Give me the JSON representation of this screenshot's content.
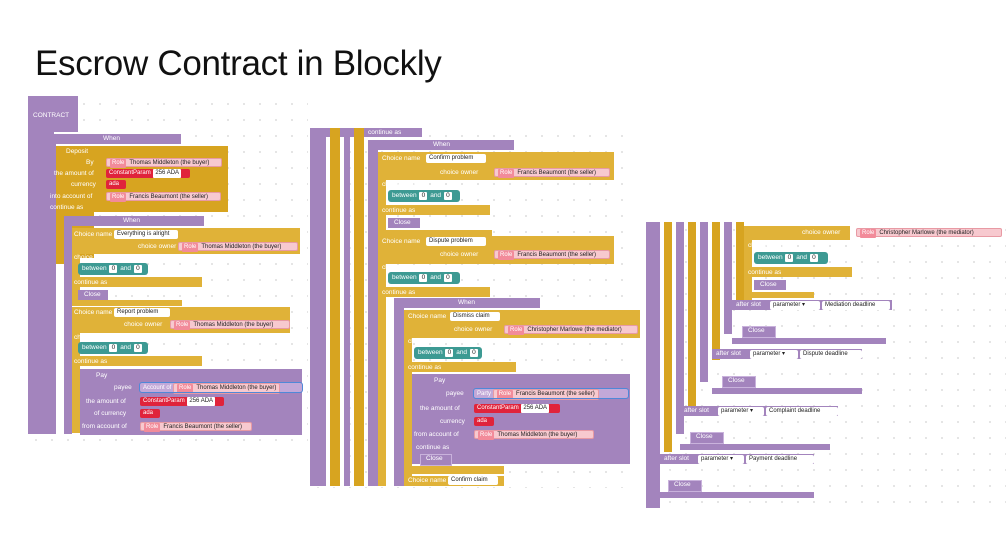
{
  "title": "Escrow Contract in Blockly",
  "colors": {
    "contract_purple": "#a384bd",
    "case_gold": "#d7a420",
    "bounds_teal": "#3d9a93",
    "role_pink": "#f7c9cf",
    "constant_red": "#e0233b"
  },
  "labels": {
    "contract": "CONTRACT",
    "when": "When",
    "deposit": "Deposit",
    "by": "By",
    "the_amount_of": "the amount of",
    "currency": "currency",
    "into_account_of": "into account of",
    "continue_as": "continue as",
    "choice_name": "Choice name",
    "choice_owner": "choice owner",
    "choice_bounds": "choice bounds",
    "between": "between",
    "and": "and",
    "close": "Close",
    "pay": "Pay",
    "payee": "payee",
    "account_of": "Account of",
    "party": "Party",
    "of_currency": "of currency",
    "from_account_of": "from account of",
    "after": "after",
    "slot": "slot",
    "role": "Role",
    "constant_param": "ConstantParam",
    "ada": "ada",
    "parameter": "parameter"
  },
  "values": {
    "buyer": "Thomas Middleton (the buyer)",
    "seller": "Francis Beaumont (the seller)",
    "mediator": "Christopher Marlowe (the mediator)",
    "amount": "256 ADA",
    "everything_alright": "Everything is alright",
    "report_problem": "Report problem",
    "confirm_problem": "Confirm problem",
    "dispute_problem": "Dispute problem",
    "dismiss_claim": "Dismiss claim",
    "confirm_claim": "Confirm claim",
    "zero": "0",
    "mediation_deadline": "Mediation deadline",
    "dispute_deadline": "Dispute deadline",
    "complaint_deadline": "Complaint deadline",
    "payment_deadline": "Payment deadline"
  }
}
